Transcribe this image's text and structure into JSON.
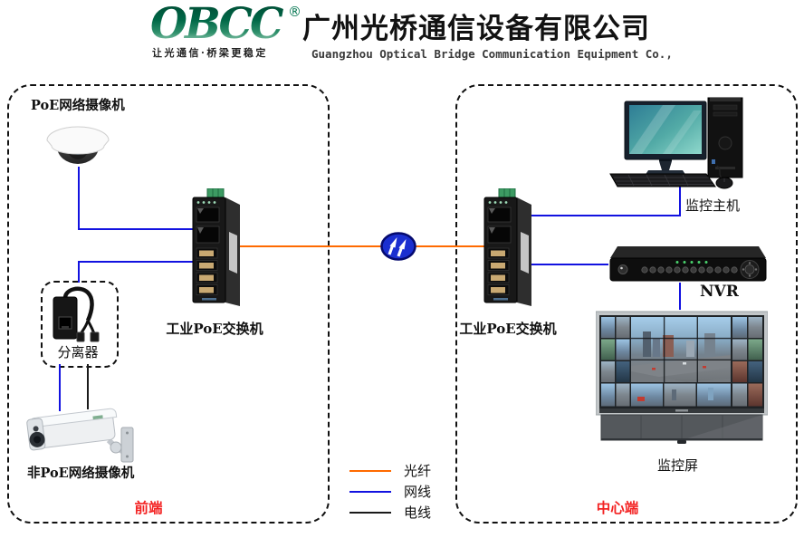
{
  "header": {
    "logo_text": "OBCC",
    "registered_mark": "®",
    "logo_tagline": "让光通信·桥梁更稳定",
    "company_cn": "广州光桥通信设备有限公司",
    "company_en": "Guangzhou Optical Bridge Communication Equipment Co.,"
  },
  "zones": {
    "front": {
      "label": "前端",
      "devices": {
        "poe_camera": "PoE网络摄像机",
        "switch": "工业PoE交换机",
        "splitter": "分离器",
        "non_poe_camera": "非PoE网络摄像机"
      }
    },
    "center": {
      "label": "中心端",
      "devices": {
        "monitor_host": "监控主机",
        "switch": "工业PoE交换机",
        "nvr": "NVR",
        "monitor_wall": "监控屏"
      }
    }
  },
  "legend": {
    "items": [
      {
        "label": "光纤",
        "color": "#ff6a00"
      },
      {
        "label": "网线",
        "color": "#1212e0"
      },
      {
        "label": "电线",
        "color": "#1a1a1a"
      }
    ]
  },
  "icons": {
    "fiber_link": "blue-ellipse-double-arrow",
    "logo": "obcc-green-italic"
  },
  "colors": {
    "fiber": "#ff6a00",
    "ethernet": "#1212e0",
    "power": "#1a1a1a",
    "logo_green": "#006847",
    "zone_label_red": "#f32222"
  }
}
